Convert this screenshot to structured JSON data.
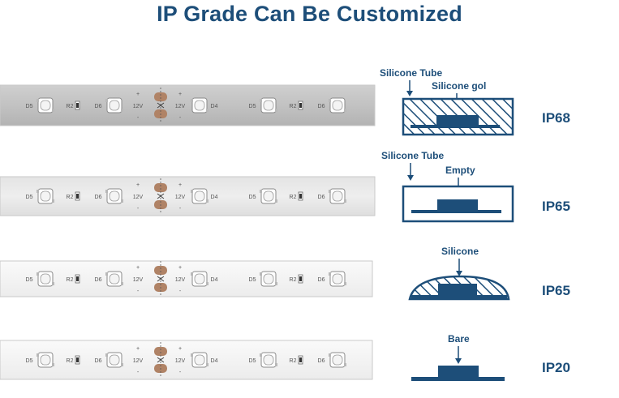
{
  "title": "IP Grade Can Be Customized",
  "strip_labels": {
    "d5": "D5",
    "r2": "R2",
    "d6": "D6",
    "v12": "12V",
    "d4": "D4",
    "plus": "+",
    "minus": "-"
  },
  "rows": [
    {
      "grade": "IP68",
      "callouts": [
        "Silicone Tube",
        "Silicone gol"
      ]
    },
    {
      "grade": "IP65",
      "callouts": [
        "Silicone Tube",
        "Empty"
      ]
    },
    {
      "grade": "IP65",
      "callouts": [
        "Silicone"
      ]
    },
    {
      "grade": "IP20",
      "callouts": [
        "Bare"
      ]
    }
  ],
  "colors": {
    "accent": "#1d4e79",
    "copper_pad": "#b08366",
    "strip_gray": "#bdbdbd",
    "strip_light": "#f3f3f3"
  }
}
